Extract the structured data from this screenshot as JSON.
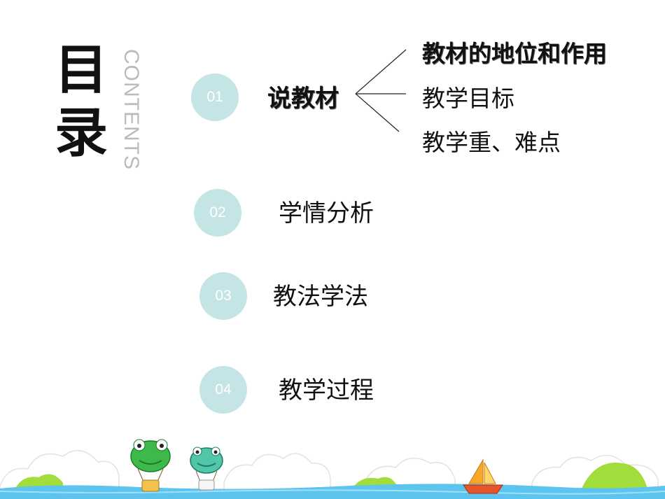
{
  "title": {
    "char1": "目",
    "char2": "录",
    "contents": "CONTENTS"
  },
  "sections": [
    {
      "number": "01",
      "label": "说教材"
    },
    {
      "number": "02",
      "label": "学情分析"
    },
    {
      "number": "03",
      "label": "教法学法"
    },
    {
      "number": "04",
      "label": "教学过程"
    }
  ],
  "subitems": [
    "教材的地位和作用",
    "教学目标",
    "教学重、难点"
  ],
  "colors": {
    "circle": "#c5e4e5",
    "water": "#5cc4ee",
    "hill": "#a2dd3c",
    "cloud": "#eeeeee"
  },
  "decorations": [
    "frog-balloon-icon",
    "frog-balloon-icon",
    "sailboat-icon",
    "cloud-icon",
    "hill-icon",
    "water-strip"
  ]
}
